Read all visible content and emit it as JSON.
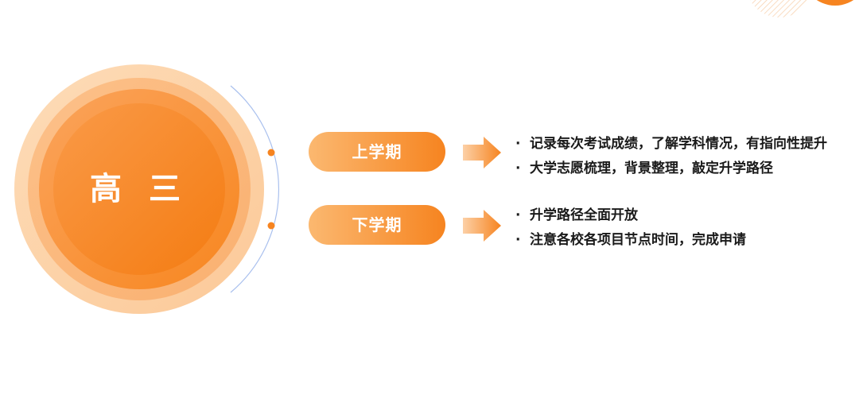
{
  "colors": {
    "accent": "#f68420",
    "accent_light": "#fbb870",
    "text": "#1a1a1a",
    "line_blue": "#a9c0ee"
  },
  "circle": {
    "title": "高 三"
  },
  "semesters": [
    {
      "label": "上学期",
      "bullets": [
        "记录每次考试成绩，了解学科情况，有指向性提升",
        "大学志愿梳理，背景整理，敲定升学路径"
      ]
    },
    {
      "label": "下学期",
      "bullets": [
        "升学路径全面开放",
        "注意各校各项目节点时间，完成申请"
      ]
    }
  ],
  "bullet_symbol": "·",
  "icons": {
    "arrow": "arrow-right-icon"
  }
}
